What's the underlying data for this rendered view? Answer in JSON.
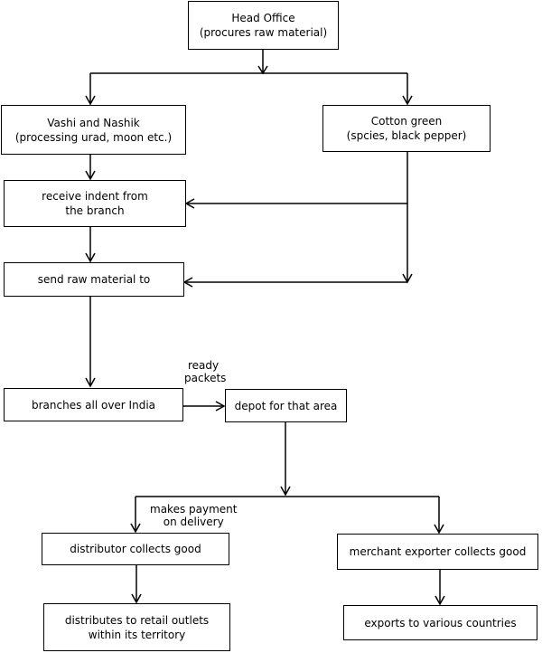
{
  "nodes": {
    "head_office": {
      "line1": "Head Office",
      "line2": "(procures raw material)"
    },
    "vashi_nashik": {
      "line1": "Vashi and Nashik",
      "line2": "(processing urad, moon etc.)"
    },
    "cotton_green": {
      "line1": "Cotton green",
      "line2": "(spcies, black pepper)"
    },
    "receive_indent": {
      "line1": "receive indent from",
      "line2": "the branch"
    },
    "send_raw": {
      "line1": "send raw material to"
    },
    "branches": {
      "line1": "branches all over India"
    },
    "depot": {
      "line1": "depot for that area"
    },
    "distributor": {
      "line1": "distributor collects good"
    },
    "merchant": {
      "line1": "merchant exporter collects good"
    },
    "distributes": {
      "line1": "distributes to retail outlets",
      "line2": "within its territory"
    },
    "exports": {
      "line1": "exports to various countries"
    }
  },
  "edge_labels": {
    "ready_packets": {
      "line1": "ready",
      "line2": "packets"
    },
    "makes_payment": {
      "line1": "makes payment",
      "line2": "on delivery"
    }
  }
}
